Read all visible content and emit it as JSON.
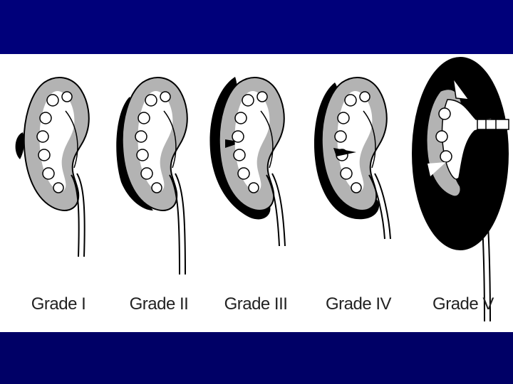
{
  "slide": {
    "colors": {
      "background": "#000066",
      "top_band": "#00007a",
      "panel": "#ffffff",
      "hematoma": "#000000",
      "cortex": "#b3b3b3",
      "outline": "#000000"
    }
  },
  "figure": {
    "grades": [
      {
        "label": "Grade I"
      },
      {
        "label": "Grade II"
      },
      {
        "label": "Grade III"
      },
      {
        "label": "Grade IV"
      },
      {
        "label": "Grade V"
      }
    ]
  }
}
